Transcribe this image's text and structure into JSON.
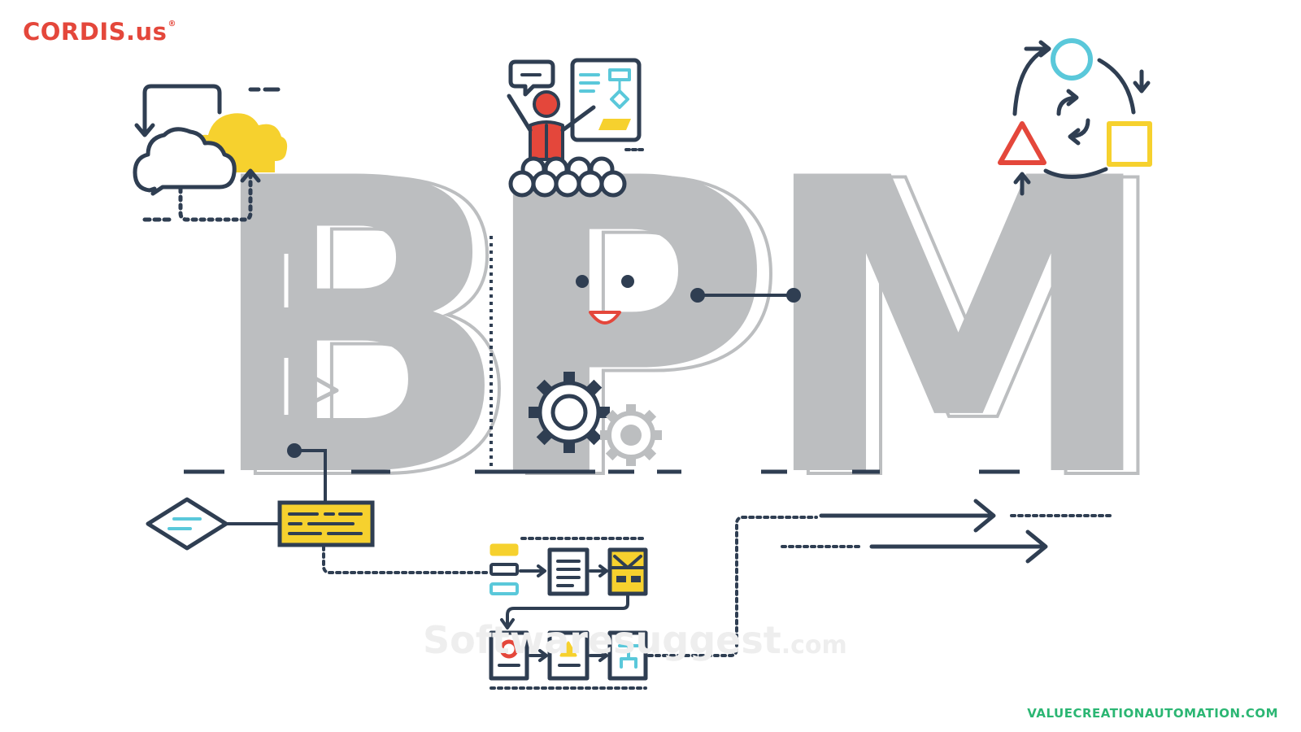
{
  "brand": {
    "name": "CORDIS.us",
    "registered_mark": "®"
  },
  "headline": {
    "letter_b": "B",
    "letter_p": "P",
    "letter_m": "M"
  },
  "watermark": {
    "text": "Softwaresuggest",
    "suffix": ".com"
  },
  "footer": {
    "url": "VALUECREATIONAUTOMATION.COM"
  },
  "icons": [
    "cloud-sync-icon",
    "presenter-audience-icon",
    "process-cycle-icon",
    "gears-icon",
    "play-icon",
    "smiley-face-icon",
    "decision-diamond-icon",
    "workflow-diagram-icon",
    "arrow-right-icon"
  ],
  "colors": {
    "letters": "#bcbec0",
    "navy": "#2f3e52",
    "red": "#e4473b",
    "yellow": "#f6d12e",
    "cyan": "#5ac8da",
    "grey": "#bcbec0",
    "footer": "#2bb673"
  }
}
